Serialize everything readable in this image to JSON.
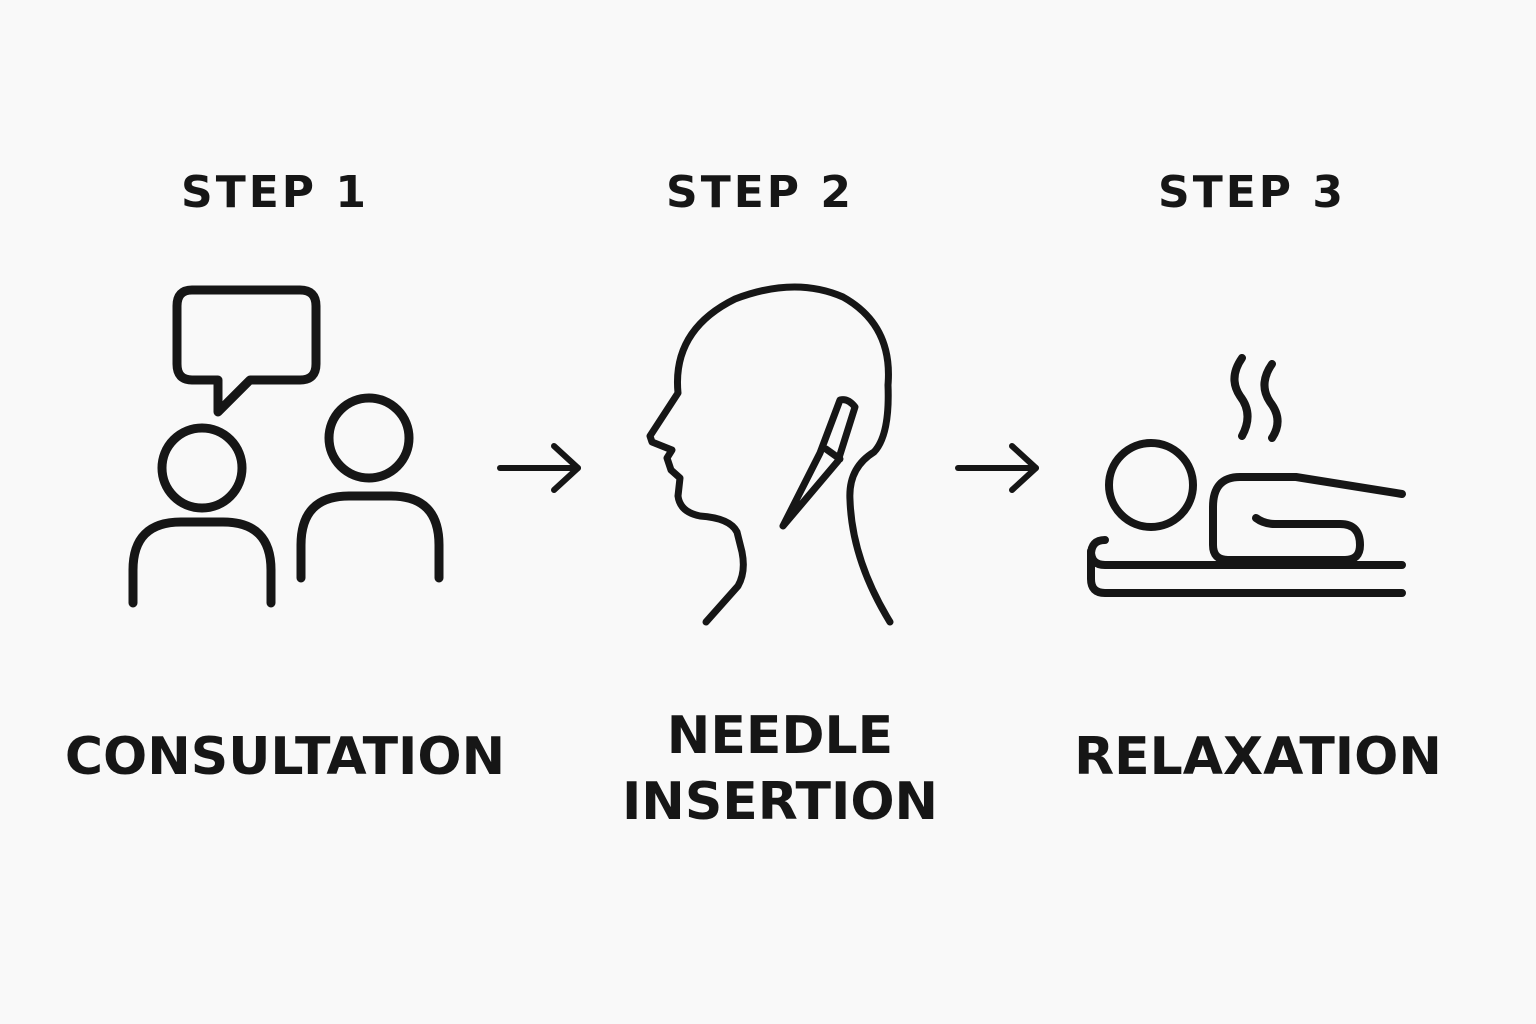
{
  "steps": [
    {
      "step_label": "STEP 1",
      "title": "CONSULTATION",
      "icon": "consultation-icon"
    },
    {
      "step_label": "STEP 2",
      "title": "NEEDLE\nINSERTION",
      "icon": "needle-insertion-icon"
    },
    {
      "step_label": "STEP 3",
      "title": "RELAXATION",
      "icon": "relaxation-icon"
    }
  ],
  "connectors": [
    "arrow-right-icon",
    "arrow-right-icon"
  ],
  "colors": {
    "ink": "#161616",
    "background": "#f9f9f9"
  }
}
